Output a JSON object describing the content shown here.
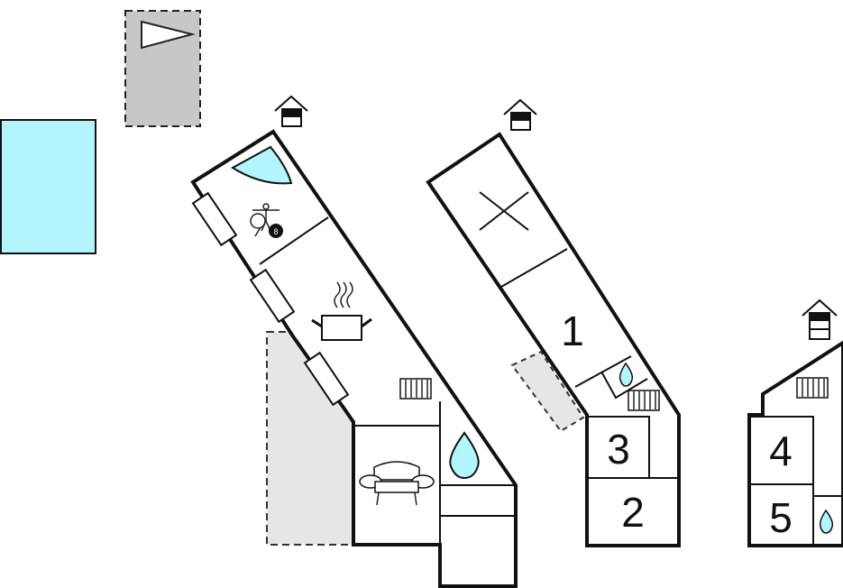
{
  "floorplan": {
    "colors": {
      "pool": "#b3f5fc",
      "terrace": "#c7c7c7",
      "paved_area": "#e6e6e6",
      "wall": "#111111",
      "water_drop": "#b3f5fc"
    },
    "rooms": {
      "room_1": "1",
      "room_2": "2",
      "room_3": "3",
      "room_4": "4",
      "room_5": "5"
    },
    "icons": {
      "entrance": "house-entrance-icon",
      "pool": "swimming-pool-area",
      "terrace": "covered-terrace-area",
      "whirlpool": "whirlpool-icon",
      "activities": "activity-icon",
      "billiard_ball": "8",
      "kitchen": "cooking-pot-icon",
      "sofa": "sofa-icon",
      "bathroom": "water-drop-icon",
      "heater": "radiator-icon",
      "void": "open-void-cross-icon",
      "sun_direction": "direction-arrow-icon"
    }
  }
}
